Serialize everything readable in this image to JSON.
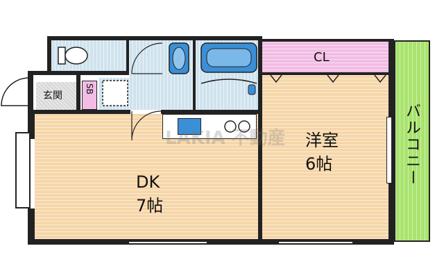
{
  "floorplan": {
    "rooms": {
      "dk": {
        "name": "DK",
        "size": "7帖"
      },
      "western": {
        "name": "洋室",
        "size": "6帖"
      },
      "closet": {
        "name": "CL"
      },
      "balcony": {
        "name": "バルコニー"
      },
      "entrance": {
        "name": "玄関"
      },
      "shoebox": {
        "name": "SB"
      }
    },
    "watermark": "LAKIA 不動産"
  },
  "colors": {
    "wood_floor": "#f6d6a8",
    "tile_floor": "#cfe3ee",
    "closet": "#f2bce4",
    "balcony": "#a9e36e",
    "fixtures": "#3a8fd6",
    "walls": "#222222"
  }
}
